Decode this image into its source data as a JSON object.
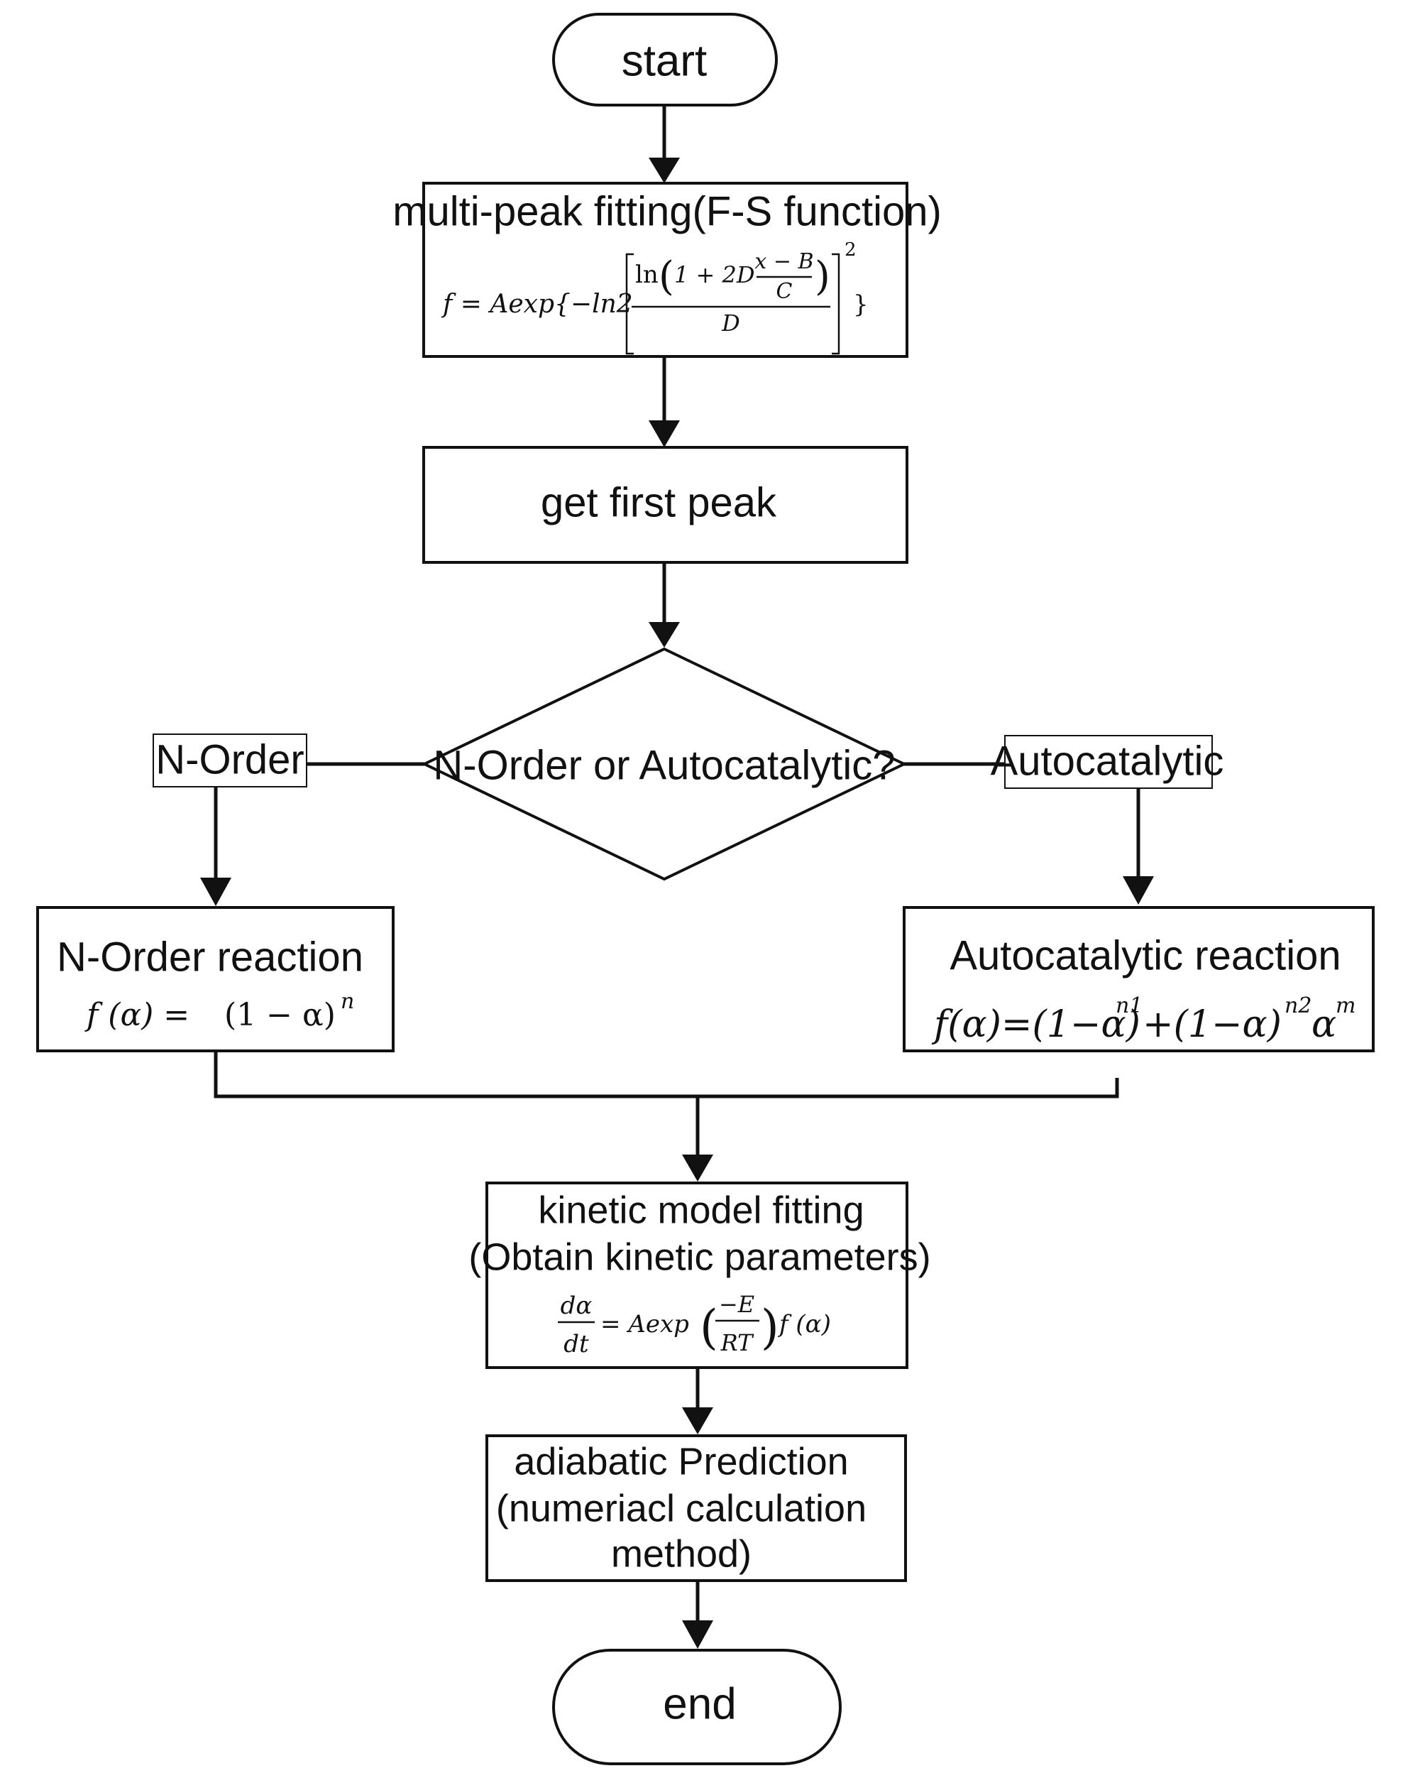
{
  "nodes": {
    "start": {
      "label": "start"
    },
    "peak_fitting": {
      "title": "multi-peak fitting(F-S function)",
      "formula": {
        "lhs": "f = Aexp{−ln2",
        "numerator_prefix": "ln",
        "numerator_inner": "1 + 2D",
        "frac_num": "x − B",
        "frac_den": "C",
        "denominator": "D",
        "exponent": "2",
        "close": "}"
      }
    },
    "first_peak": {
      "label": "get first peak"
    },
    "decision": {
      "label": "N-Order or Autocatalytic?"
    },
    "branch_left": {
      "label": "N-Order"
    },
    "branch_right": {
      "label": "Autocatalytic"
    },
    "n_order": {
      "title": "N-Order reaction",
      "formula": {
        "lhs": "f (α) =",
        "base": "(1 − α)",
        "exp": "n"
      }
    },
    "autocatalytic": {
      "title": "Autocatalytic reaction",
      "formula": {
        "lhs": "f(α)=(1−α)",
        "exp1": "n1",
        "mid": "+(1−α)",
        "exp2": "n2",
        "tail": "α",
        "exp3": "m"
      }
    },
    "kinetic": {
      "line1": "kinetic model fitting",
      "line2": "(Obtain kinetic parameters)",
      "formula": {
        "num": "dα",
        "den": "dt",
        "mid": "= Aexp",
        "inner_num": "−E",
        "inner_den": "RT",
        "tail": "f (α)"
      }
    },
    "adiabatic": {
      "line1": "adiabatic Prediction",
      "line2": "(numeriacl calculation",
      "line3": "method)"
    },
    "end": {
      "label": "end"
    }
  }
}
